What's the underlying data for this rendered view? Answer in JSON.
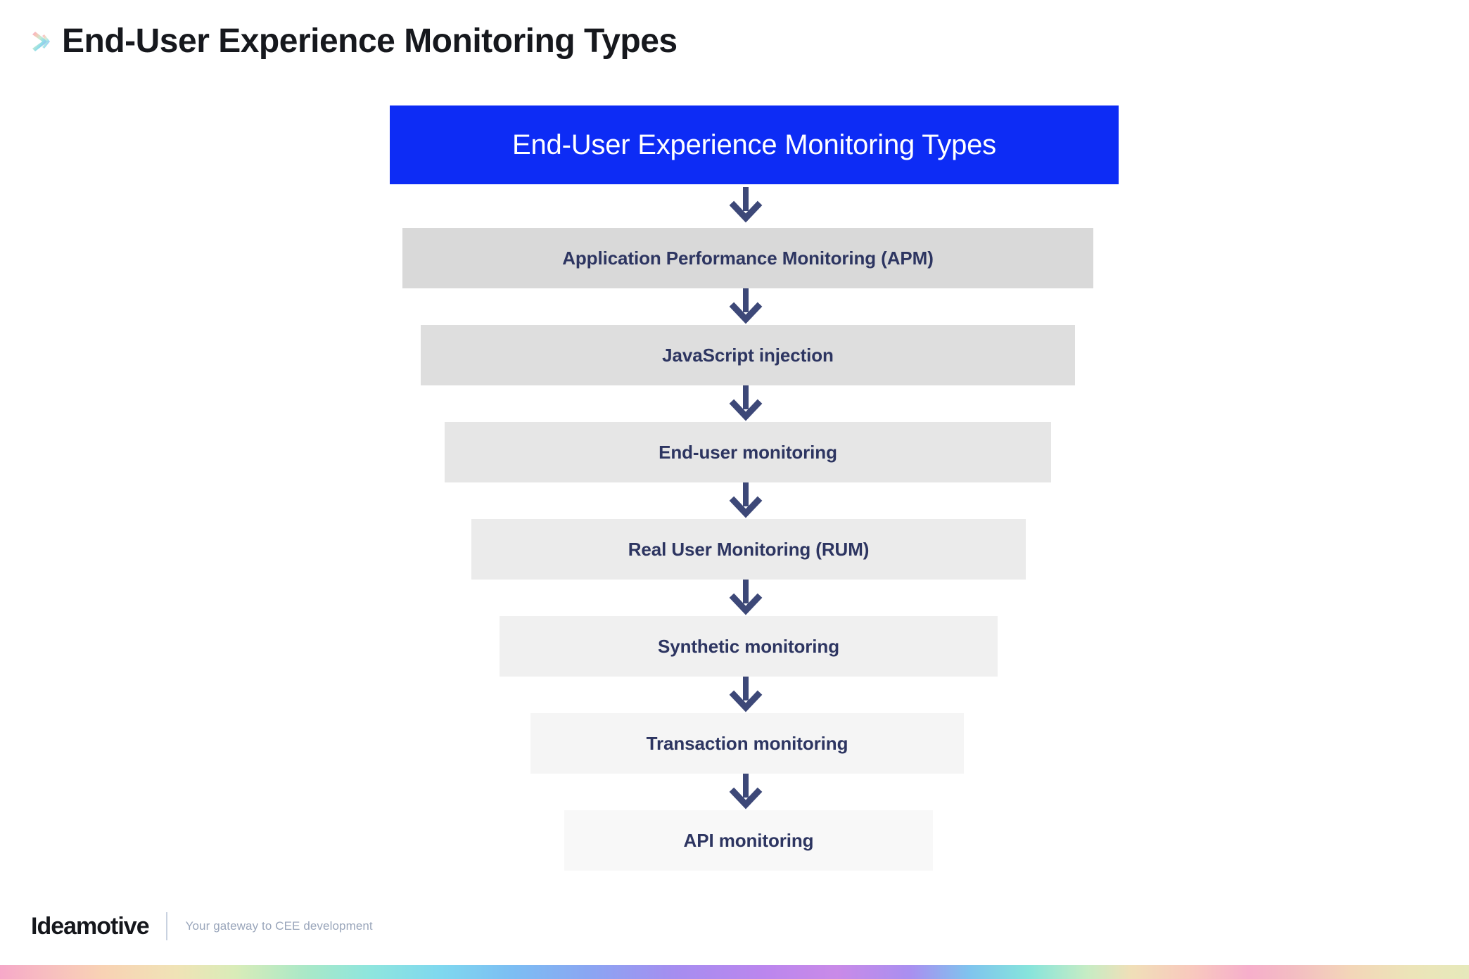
{
  "header": {
    "title": "End-User Experience Monitoring Types",
    "icon": "chevron-right-gradient-icon"
  },
  "diagram": {
    "type": "funnel",
    "head": {
      "label": "End-User Experience Monitoring Types",
      "background": "#0d2cf5",
      "text_color": "#ffffff"
    },
    "arrow_icon": "arrow-down-icon",
    "arrow_color": "#3d4878",
    "steps": [
      {
        "label": "Application Performance Monitoring (APM)",
        "background": "#d9d9d9"
      },
      {
        "label": "JavaScript injection",
        "background": "#dedede"
      },
      {
        "label": "End-user monitoring",
        "background": "#e6e6e6"
      },
      {
        "label": "Real User Monitoring (RUM)",
        "background": "#ebebeb"
      },
      {
        "label": "Synthetic monitoring",
        "background": "#f0f0f0"
      },
      {
        "label": "Transaction monitoring",
        "background": "#f5f5f5"
      },
      {
        "label": "API monitoring",
        "background": "#f8f8f8"
      }
    ],
    "step_text_color": "#2d3561"
  },
  "footer": {
    "brand": "Ideamotive",
    "tagline": "Your gateway to CEE development"
  }
}
